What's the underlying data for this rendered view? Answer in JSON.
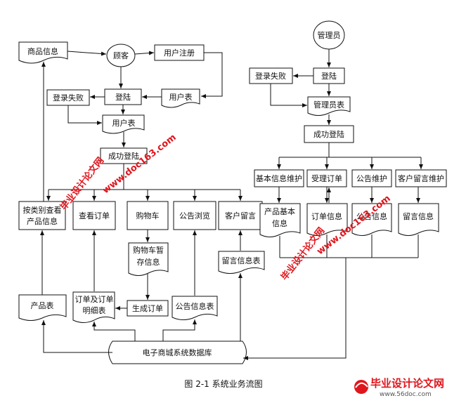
{
  "diagram": {
    "nodes": {
      "product_info": "商品信息",
      "customer": "顾客",
      "user_register": "用户注册",
      "login_fail_left": "登录失败",
      "login_left": "登陆",
      "user_table_right": "用户表",
      "user_table_mid": "用户表",
      "login_success_left": "成功登陆",
      "browse_by_category": [
        "按类别查看",
        "产品信息"
      ],
      "view_orders": "查看订单",
      "cart": "购物车",
      "notice_browse": "公告浏览",
      "customer_message": "客户留言",
      "cart_temp_info": [
        "购物车暂",
        "存信息"
      ],
      "message_table": "留言信息表",
      "product_table": "产品表",
      "order_detail_table": [
        "订单及订单",
        "明细表"
      ],
      "create_order": "生成订单",
      "notice_table": "公告信息表",
      "database": "电子商城系统数据库",
      "admin": "管理员",
      "login_fail_right": "登录失败",
      "login_right": "登陆",
      "admin_table": "管理员表",
      "login_success_right": "成功登陆",
      "basic_info_maint": "基本信息维护",
      "order_handle": "受理订单",
      "notice_maint": "公告维护",
      "message_maint": "客户留言维护",
      "product_basic_info": [
        "产品基本",
        "信息"
      ],
      "order_info": "订单信息",
      "notice_info": "公告信息",
      "message_info": "留言信息"
    },
    "caption": "图 2-1    系统业务流图"
  },
  "watermark": {
    "site_name": "毕业设计论文网",
    "url": "www.doc163.com",
    "logo_text": "毕业设计论文网",
    "logo_url": "www.56doc.com"
  }
}
